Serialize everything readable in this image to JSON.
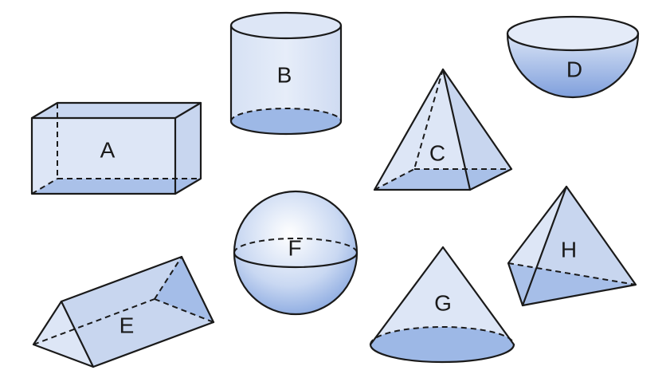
{
  "shapes": [
    {
      "id": "A",
      "kind": "rectangular-prism",
      "label": "A"
    },
    {
      "id": "B",
      "kind": "cylinder",
      "label": "B"
    },
    {
      "id": "C",
      "kind": "square-pyramid",
      "label": "C"
    },
    {
      "id": "D",
      "kind": "hemisphere",
      "label": "D"
    },
    {
      "id": "E",
      "kind": "triangular-prism",
      "label": "E"
    },
    {
      "id": "F",
      "kind": "sphere",
      "label": "F"
    },
    {
      "id": "G",
      "kind": "cone",
      "label": "G"
    },
    {
      "id": "H",
      "kind": "triangular-pyramid",
      "label": "H"
    }
  ],
  "colors": {
    "face_light": "#dde6f6",
    "face_mid": "#c8d6ef",
    "face_dark": "#9db8e6",
    "edge": "#1a1a1a"
  }
}
